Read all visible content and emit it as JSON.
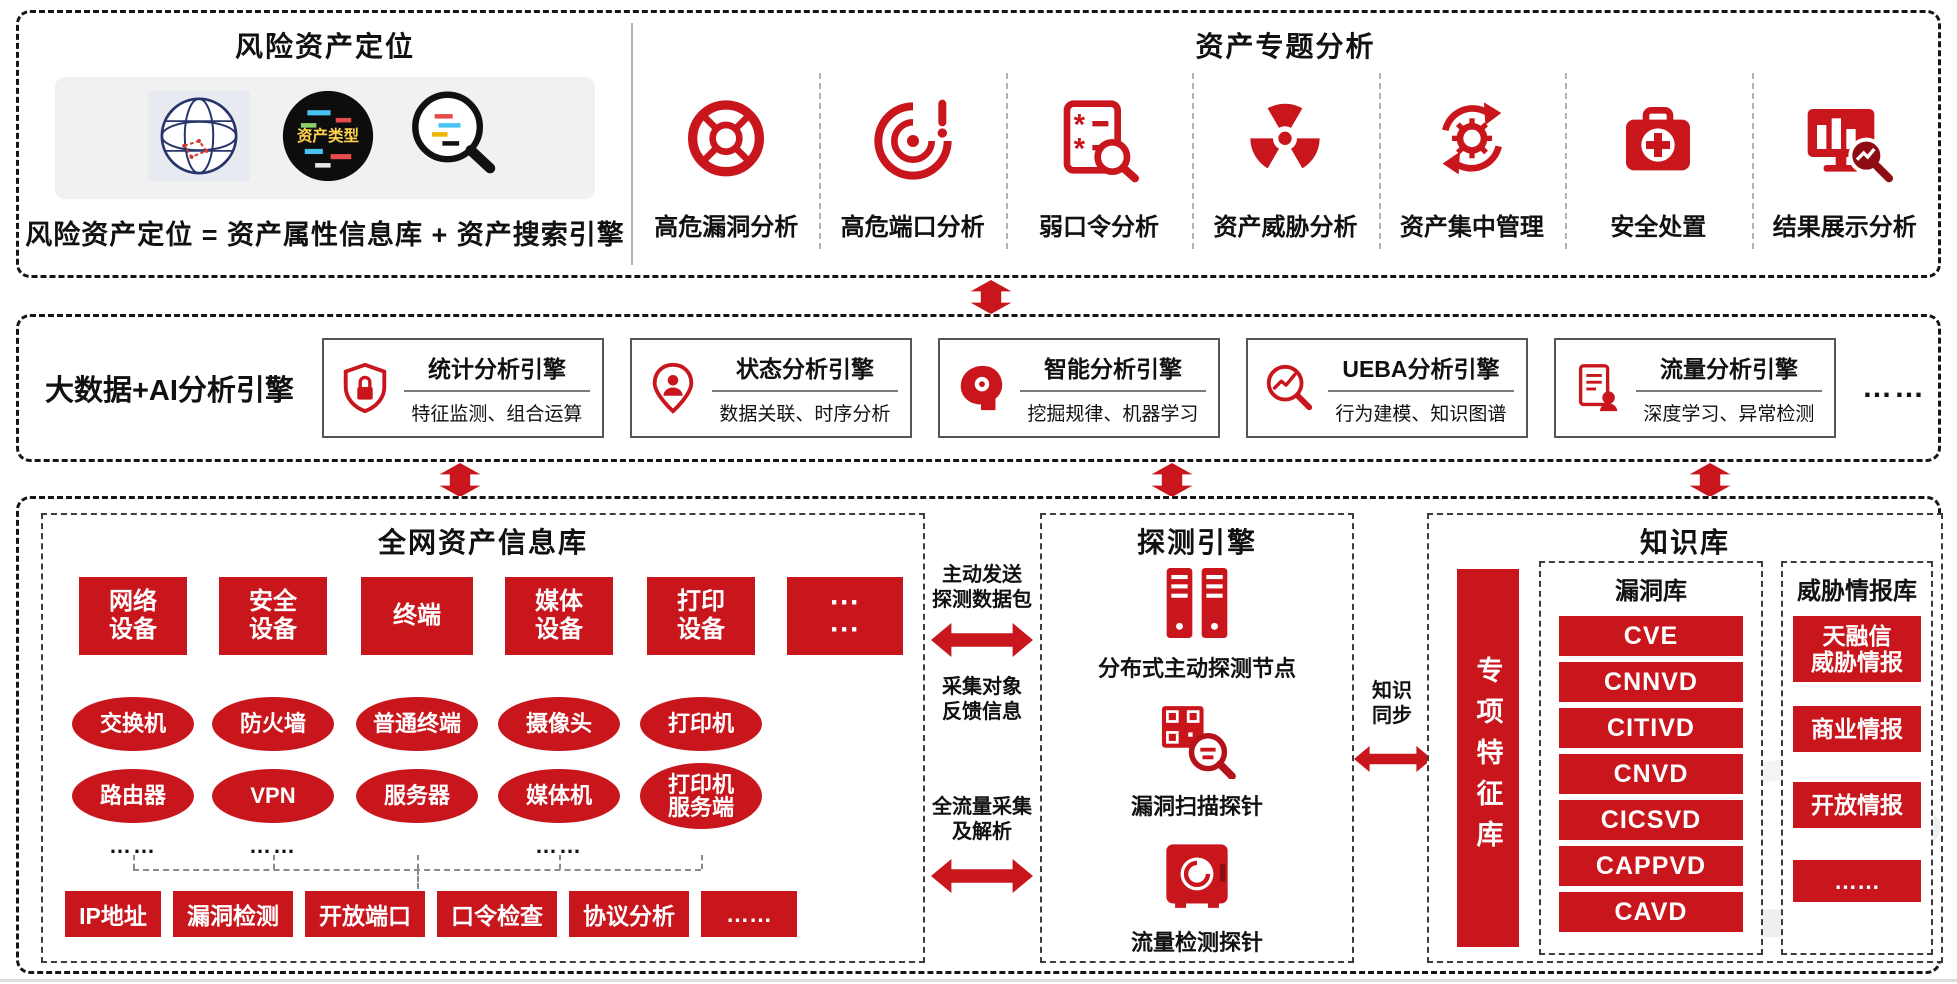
{
  "colors": {
    "primary_red": "#c9161d"
  },
  "top": {
    "left": {
      "title": "风险资产定位",
      "cloud_center": "资产类型",
      "formula": "风险资产定位 = 资产属性信息库 + 资产搜索引擎"
    },
    "right": {
      "title": "资产专题分析",
      "items": [
        {
          "label": "高危漏洞分析",
          "icon": "lifebuoy-icon"
        },
        {
          "label": "高危端口分析",
          "icon": "radar-alert-icon"
        },
        {
          "label": "弱口令分析",
          "icon": "password-doc-icon"
        },
        {
          "label": "资产威胁分析",
          "icon": "radiation-icon"
        },
        {
          "label": "资产集中管理",
          "icon": "gear-sync-icon"
        },
        {
          "label": "安全处置",
          "icon": "first-aid-icon"
        },
        {
          "label": "结果展示分析",
          "icon": "report-monitor-icon"
        }
      ]
    }
  },
  "middle": {
    "label": "大数据+AI分析引擎",
    "more": "……",
    "engines": [
      {
        "title": "统计分析引擎",
        "subtitle": "特征监测、组合运算",
        "icon": "shield-lock-icon"
      },
      {
        "title": "状态分析引擎",
        "subtitle": "数据关联、时序分析",
        "icon": "user-pin-icon"
      },
      {
        "title": "智能分析引擎",
        "subtitle": "挖掘规律、机器学习",
        "icon": "brain-icon"
      },
      {
        "title": "UEBA分析引擎",
        "subtitle": "行为建模、知识图谱",
        "icon": "magnifier-chart-icon"
      },
      {
        "title": "流量分析引擎",
        "subtitle": "深度学习、异常检测",
        "icon": "document-user-icon"
      }
    ]
  },
  "bottom": {
    "assets": {
      "title": "全网资产信息库",
      "columns": [
        {
          "header": "网络\n设备",
          "items": [
            "交换机",
            "路由器"
          ],
          "more": "……"
        },
        {
          "header": "安全\n设备",
          "items": [
            "防火墙",
            "VPN"
          ],
          "more": "……"
        },
        {
          "header": "终端",
          "items": [
            "普通终端",
            "服务器"
          ],
          "more": ""
        },
        {
          "header": "媒体\n设备",
          "items": [
            "摄像头",
            "媒体机"
          ],
          "more": "……"
        },
        {
          "header": "打印\n设备",
          "items": [
            "打印机",
            "打印机\n服务端"
          ],
          "more": ""
        }
      ],
      "more_box": "···\n···",
      "footer": [
        "IP地址",
        "漏洞检测",
        "开放端口",
        "口令检查",
        "协议分析",
        "……"
      ]
    },
    "flows": {
      "send": "主动发送\n探测数据包",
      "feedback": "采集对象\n反馈信息",
      "traffic": "全流量采集\n及解析",
      "sync": "知识\n同步"
    },
    "probe": {
      "title": "探测引擎",
      "items": [
        {
          "label": "分布式主动探测节点",
          "icon": "server-rack-icon"
        },
        {
          "label": "漏洞扫描探针",
          "icon": "scan-magnifier-icon"
        },
        {
          "label": "流量检测探针",
          "icon": "safe-box-icon"
        }
      ]
    },
    "knowledge": {
      "title": "知识库",
      "special": "专项特征库",
      "vuln": {
        "title": "漏洞库",
        "items": [
          "CVE",
          "CNNVD",
          "CITIVD",
          "CNVD",
          "CICSVD",
          "CAPPVD",
          "CAVD"
        ]
      },
      "intel": {
        "title": "威胁情报库",
        "items": [
          "天融信\n威胁情报",
          "商业情报",
          "开放情报",
          "……"
        ]
      }
    }
  }
}
